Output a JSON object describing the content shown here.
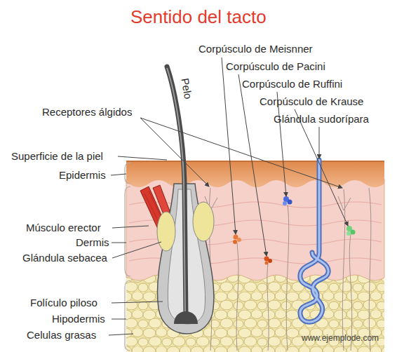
{
  "diagram": {
    "title": "Sentido del tacto",
    "labels": [
      "Corpúsculo de Meisnner",
      "Corpúsculo de Pacini",
      "Corpúsculo de Ruffini",
      "Corpúsculo de Krause",
      "Glándula sudorípara",
      "Pelo",
      "Receptores álgidos",
      "Superficie de la piel",
      "Epidermis",
      "Músculo erector",
      "Dermis",
      "Glándula sebacea",
      "Folículo piloso",
      "Hipodermis",
      "Celulas grasas",
      "www.ejemplode.com"
    ]
  }
}
